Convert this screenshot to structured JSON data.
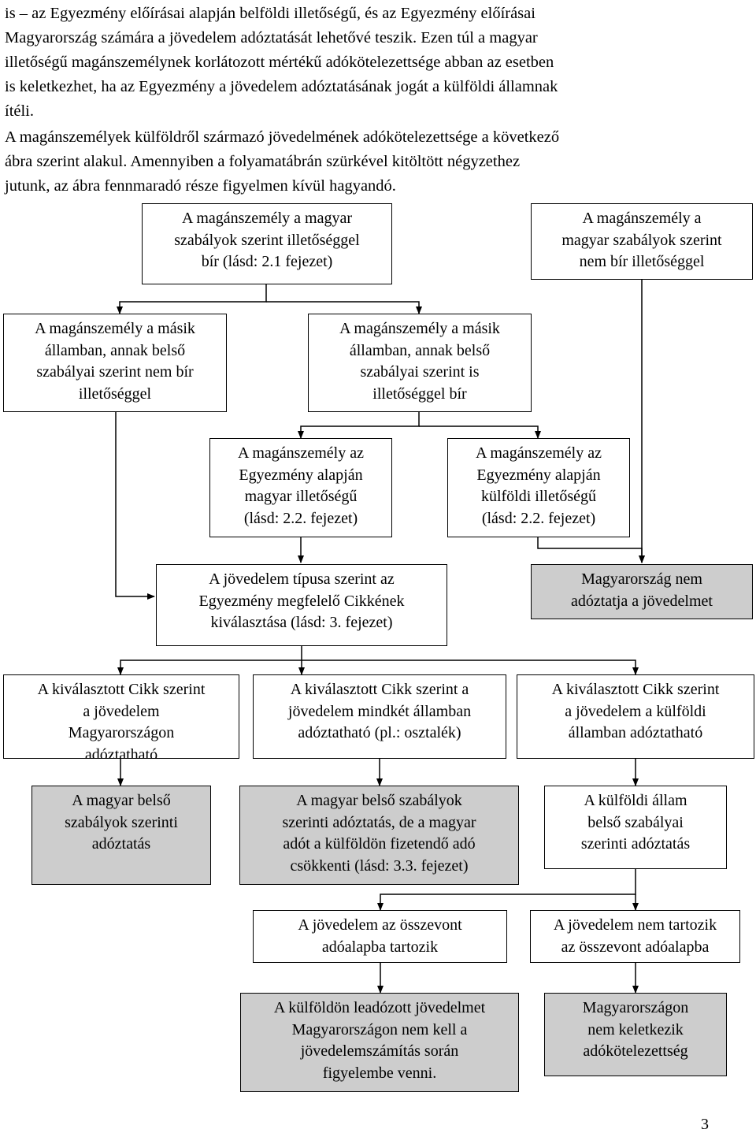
{
  "intro": {
    "paragraph1_lines": [
      "is – az Egyezmény előírásai alapján belföldi illetőségű, és az Egyezmény előírásai",
      "Magyarország számára a jövedelem adóztatását lehetővé teszik. Ezen túl a magyar",
      "illetőségű magánszemélynek korlátozott mértékű adókötelezettsége abban az esetben",
      "is keletkezhet, ha az Egyezmény a jövedelem adóztatásának jogát a külföldi államnak",
      "ítéli."
    ],
    "paragraph2_lines": [
      "A magánszemélyek külföldről származó jövedelmének adókötelezettsége a következő",
      "ábra szerint alakul. Amennyiben a folyamatábrán szürkével kitöltött négyzethez",
      "jutunk, az ábra fennmaradó része figyelmen kívül hagyandó."
    ]
  },
  "flowchart": {
    "boxes": [
      {
        "id": "resident-hu",
        "fill": "white",
        "lines": [
          "A magánszemély a magyar",
          "szabályok szerint illetőséggel",
          "bír (lásd: 2.1 fejezet)"
        ]
      },
      {
        "id": "non-resident-hu",
        "fill": "white",
        "lines": [
          "A magánszemély a",
          "magyar szabályok szerint",
          "nem bír illetőséggel"
        ]
      },
      {
        "id": "not-resident-other",
        "fill": "white",
        "lines": [
          "A magánszemély a másik",
          "államban, annak belső",
          "szabályai szerint nem bír",
          "illetőséggel"
        ]
      },
      {
        "id": "resident-other",
        "fill": "white",
        "lines": [
          "A magánszemély a másik",
          "államban, annak belső",
          "szabályai szerint is",
          "illetőséggel bír"
        ]
      },
      {
        "id": "treaty-hu-resident",
        "fill": "white",
        "lines": [
          "A magánszemély az",
          "Egyezmény alapján",
          "magyar illetőségű",
          "(lásd: 2.2. fejezet)"
        ]
      },
      {
        "id": "treaty-foreign-resident",
        "fill": "white",
        "lines": [
          "A magánszemély az",
          "Egyezmény alapján",
          "külföldi illetőségű",
          "(lásd: 2.2. fejezet)"
        ]
      },
      {
        "id": "select-article",
        "fill": "white",
        "lines": [
          "A jövedelem típusa szerint az",
          "Egyezmény megfelelő Cikkének",
          "kiválasztása (lásd: 3. fejezet)"
        ]
      },
      {
        "id": "hu-not-tax",
        "fill": "grey",
        "lines": [
          "Magyarország nem",
          "adóztatja a jövedelmet"
        ]
      },
      {
        "id": "article-hu",
        "fill": "white",
        "lines": [
          "A kiválasztott Cikk szerint",
          "a jövedelem",
          "Magyarországon",
          "adóztatható"
        ]
      },
      {
        "id": "article-both",
        "fill": "white",
        "lines": [
          "A kiválasztott Cikk szerint a",
          "jövedelem mindkét államban",
          "adóztatható (pl.: osztalék)"
        ]
      },
      {
        "id": "article-foreign",
        "fill": "white",
        "lines": [
          "A kiválasztott Cikk szerint",
          "a jövedelem a külföldi",
          "államban adóztatható"
        ]
      },
      {
        "id": "hu-rules",
        "fill": "grey",
        "lines": [
          "A magyar belső",
          "szabályok szerinti",
          "adóztatás"
        ]
      },
      {
        "id": "hu-rules-credit",
        "fill": "grey",
        "lines": [
          "A magyar belső szabályok",
          "szerinti adóztatás, de a magyar",
          "adót a külföldön fizetendő adó",
          "csökkenti (lásd: 3.3. fejezet)"
        ]
      },
      {
        "id": "foreign-rules",
        "fill": "white",
        "lines": [
          "A külföldi állam",
          "belső szabályai",
          "szerinti adóztatás"
        ]
      },
      {
        "id": "in-consolidated",
        "fill": "white",
        "lines": [
          "A jövedelem az összevont",
          "adóalapba tartozik"
        ]
      },
      {
        "id": "not-in-consolidated",
        "fill": "white",
        "lines": [
          "A jövedelem nem tartozik",
          "az összevont adóalapba"
        ]
      },
      {
        "id": "not-counted",
        "fill": "grey",
        "lines": [
          "A külföldön leadózott jövedelmet",
          "Magyarországon nem kell a",
          "jövedelemszámítás során",
          "figyelembe venni."
        ]
      },
      {
        "id": "no-liability",
        "fill": "grey",
        "lines": [
          "Magyarországon",
          "nem keletkezik",
          "adókötelezettség"
        ]
      }
    ]
  },
  "page_number": "3"
}
